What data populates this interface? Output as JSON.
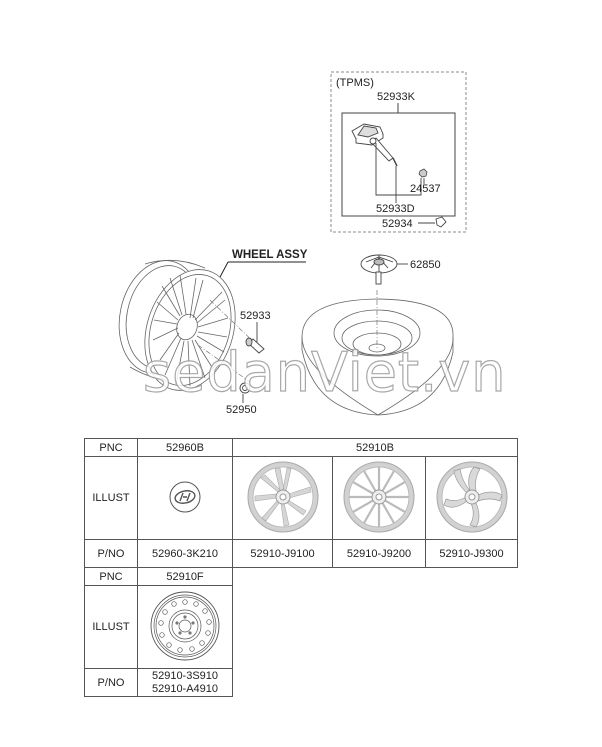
{
  "diagram": {
    "tpms_box": {
      "title": "(TPMS)",
      "assembly_pnc": "52933K",
      "parts": [
        {
          "pnc": "24537",
          "name": "nut"
        },
        {
          "pnc": "52933D",
          "name": "valve-stem"
        },
        {
          "pnc": "52934",
          "name": "valve-cap"
        }
      ]
    },
    "wheel_assy_label": "WHEEL ASSY",
    "callouts": {
      "valve": "52933",
      "lug_nut": "52950",
      "spare_hold_bolt": "62850"
    },
    "watermark": "sedanViet.vn"
  },
  "table": {
    "row_labels": {
      "pnc": "PNC",
      "illust": "ILLUST",
      "pno": "P/NO"
    },
    "section1": {
      "columns": [
        {
          "pnc": "52960B",
          "pno": "52960-3K210",
          "illust": "hyundai-emblem-cap"
        },
        {
          "pnc": "52910B",
          "items": [
            {
              "pno": "52910-J9100",
              "illust": "alloy-wheel-5-twin-spoke"
            },
            {
              "pno": "52910-J9200",
              "illust": "alloy-wheel-multi-spoke"
            },
            {
              "pno": "52910-J9300",
              "illust": "alloy-wheel-5-swirl-spoke"
            }
          ]
        }
      ]
    },
    "section2": {
      "pnc": "52910F",
      "illust": "steel-wheel",
      "pno": [
        "52910-3S910",
        "52910-A4910"
      ]
    }
  }
}
